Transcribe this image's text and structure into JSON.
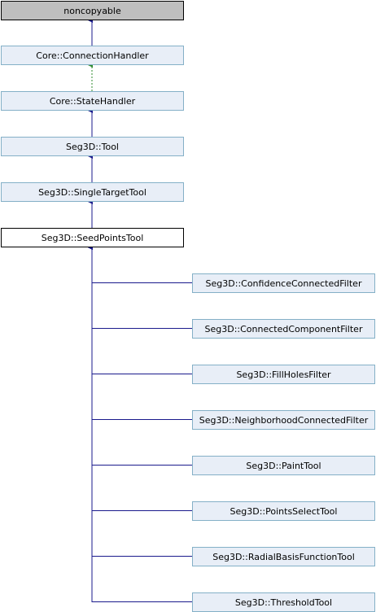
{
  "colors": {
    "node_fill": "#E8EEF7",
    "node_border": "#84B0C7",
    "focus_fill": "#FFFFFF",
    "focus_border": "#000000",
    "root_fill": "#BFBFBF",
    "root_border": "#000000",
    "edge": "#1A1A8C",
    "edge_dotted": "#2E8B2E"
  },
  "nodes": [
    {
      "id": "noncopyable",
      "label": "noncopyable",
      "style": "root"
    },
    {
      "id": "connection-handler",
      "label": "Core::ConnectionHandler",
      "style": "normal"
    },
    {
      "id": "state-handler",
      "label": "Core::StateHandler",
      "style": "normal"
    },
    {
      "id": "tool",
      "label": "Seg3D::Tool",
      "style": "normal"
    },
    {
      "id": "single-target-tool",
      "label": "Seg3D::SingleTargetTool",
      "style": "normal"
    },
    {
      "id": "seed-points-tool",
      "label": "Seg3D::SeedPointsTool",
      "style": "focus"
    },
    {
      "id": "confidence-connected-filter",
      "label": "Seg3D::ConfidenceConnectedFilter",
      "style": "normal"
    },
    {
      "id": "connected-component-filter",
      "label": "Seg3D::ConnectedComponentFilter",
      "style": "normal"
    },
    {
      "id": "fill-holes-filter",
      "label": "Seg3D::FillHolesFilter",
      "style": "normal"
    },
    {
      "id": "neighborhood-connected-filter",
      "label": "Seg3D::NeighborhoodConnectedFilter",
      "style": "normal"
    },
    {
      "id": "paint-tool",
      "label": "Seg3D::PaintTool",
      "style": "normal"
    },
    {
      "id": "points-select-tool",
      "label": "Seg3D::PointsSelectTool",
      "style": "normal"
    },
    {
      "id": "radial-basis-function-tool",
      "label": "Seg3D::RadialBasisFunctionTool",
      "style": "normal"
    },
    {
      "id": "threshold-tool",
      "label": "Seg3D::ThresholdTool",
      "style": "normal"
    }
  ],
  "edges": [
    {
      "from": "connection-handler",
      "to": "noncopyable",
      "style": "solid"
    },
    {
      "from": "state-handler",
      "to": "connection-handler",
      "style": "dotted"
    },
    {
      "from": "tool",
      "to": "state-handler",
      "style": "solid"
    },
    {
      "from": "single-target-tool",
      "to": "tool",
      "style": "solid"
    },
    {
      "from": "seed-points-tool",
      "to": "single-target-tool",
      "style": "solid"
    },
    {
      "from": "confidence-connected-filter",
      "to": "seed-points-tool",
      "style": "solid"
    },
    {
      "from": "connected-component-filter",
      "to": "seed-points-tool",
      "style": "solid"
    },
    {
      "from": "fill-holes-filter",
      "to": "seed-points-tool",
      "style": "solid"
    },
    {
      "from": "neighborhood-connected-filter",
      "to": "seed-points-tool",
      "style": "solid"
    },
    {
      "from": "paint-tool",
      "to": "seed-points-tool",
      "style": "solid"
    },
    {
      "from": "points-select-tool",
      "to": "seed-points-tool",
      "style": "solid"
    },
    {
      "from": "radial-basis-function-tool",
      "to": "seed-points-tool",
      "style": "solid"
    },
    {
      "from": "threshold-tool",
      "to": "seed-points-tool",
      "style": "solid"
    }
  ]
}
